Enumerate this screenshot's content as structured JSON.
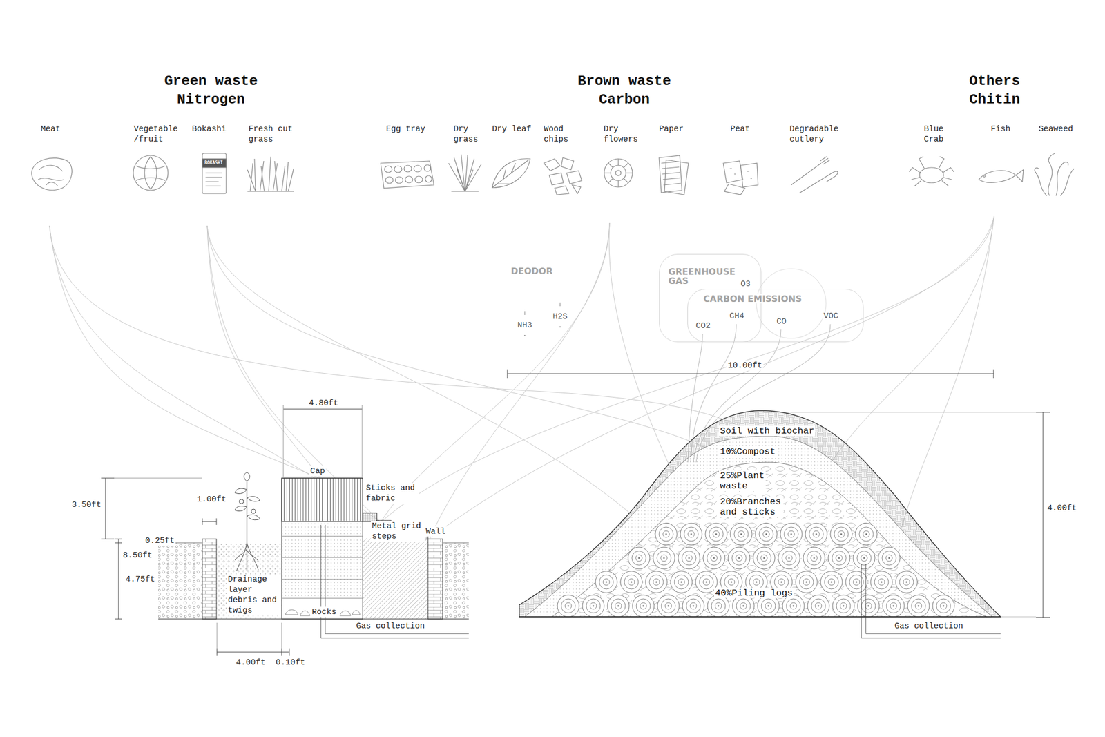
{
  "diagram": {
    "nodes": [
      {
        "text": [
          "GREENHOUSE GAS",
          "O3"
        ]
      },
      {
        "text": [
          "CARBON EMISSIONS",
          "CO2",
          "CH4",
          "CO",
          "VOC"
        ]
      },
      {
        "text": [
          "Soil with biochar",
          "10%Compost",
          "25%Plant waste",
          "20%Branches and sticks",
          "40%Piling logs"
        ]
      }
    ],
    "labels": [
      "Green waste",
      "Nitrogen",
      "Brown waste",
      "Carbon",
      "Others",
      "Chitin",
      "Meat",
      "Vegetable /fruit",
      "Bokashi",
      "Fresh cut grass",
      "Egg tray",
      "Dry grass",
      "Dry leaf",
      "Wood chips",
      "Dry flowers",
      "Paper",
      "Peat",
      "Degradable cutlery",
      "Blue Crab",
      "Fish",
      "Seaweed",
      "DEODOR",
      "NH3",
      "H2S",
      "10.00ft",
      "4.00ft",
      "Gas collection",
      "4.80ft",
      "Cap",
      "Sticks and fabric",
      "Metal grid steps",
      "Wall",
      "3.50ft",
      "1.00ft",
      "0.25ft",
      "8.50ft",
      "4.75ft",
      "Drainage layer debris and twigs",
      "Rocks",
      "Gas collection",
      "4.00ft",
      "0.10ft",
      "BOKASHI"
    ]
  }
}
